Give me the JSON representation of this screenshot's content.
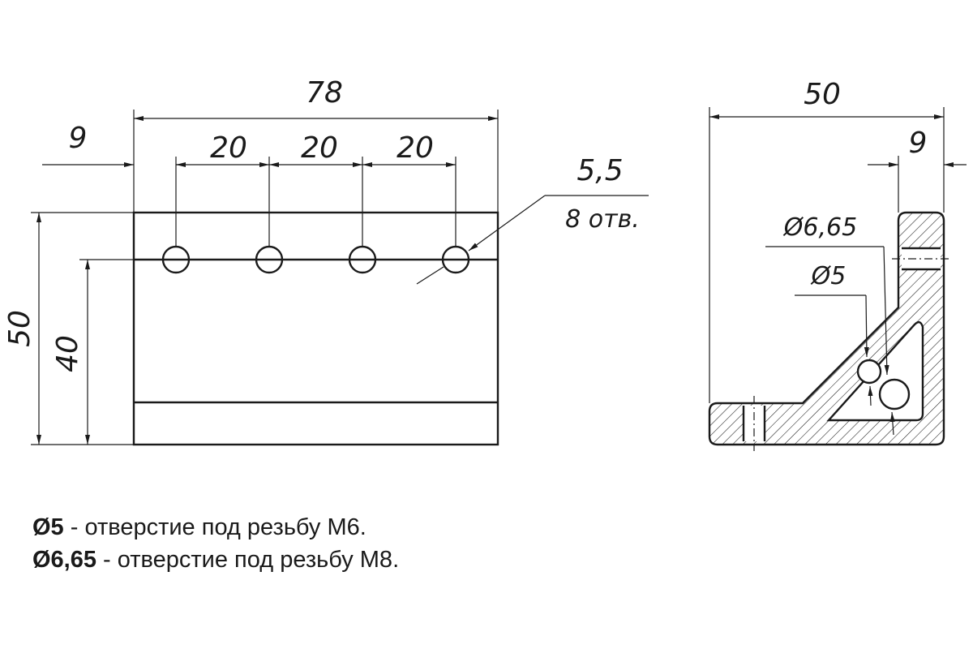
{
  "front_view": {
    "overall_width": "78",
    "edge_offset": "9",
    "hole_pitch": [
      "20",
      "20",
      "20"
    ],
    "overall_height": "50",
    "hole_height": "40",
    "hole_diameter": "5,5",
    "hole_count": "8 отв."
  },
  "side_view": {
    "overall_width": "50",
    "edge_offset": "9",
    "large_hole_diameter": "Ø6,65",
    "small_hole_diameter": "Ø5"
  },
  "legend": [
    {
      "symbol": "Ø5",
      "text": " - отверстие под резьбу М6."
    },
    {
      "symbol": "Ø6,65",
      "text": " - отверстие под резьбу М8."
    }
  ]
}
